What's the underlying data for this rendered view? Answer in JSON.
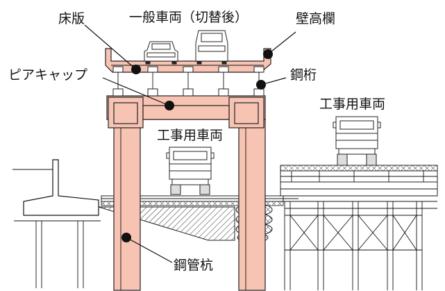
{
  "labels": {
    "deck_slab": "床版",
    "general_vehicle": "一般車両（切替後）",
    "wall_railing": "壁高欄",
    "pier_cap": "ピアキャップ",
    "steel_girder": "鋼桁",
    "construction_vehicle_right": "工事用車両",
    "construction_vehicle_center": "工事用車両",
    "steel_pipe_pile": "鋼管杭"
  },
  "colors": {
    "pier": "#f7c3b3",
    "line": "#111111"
  }
}
